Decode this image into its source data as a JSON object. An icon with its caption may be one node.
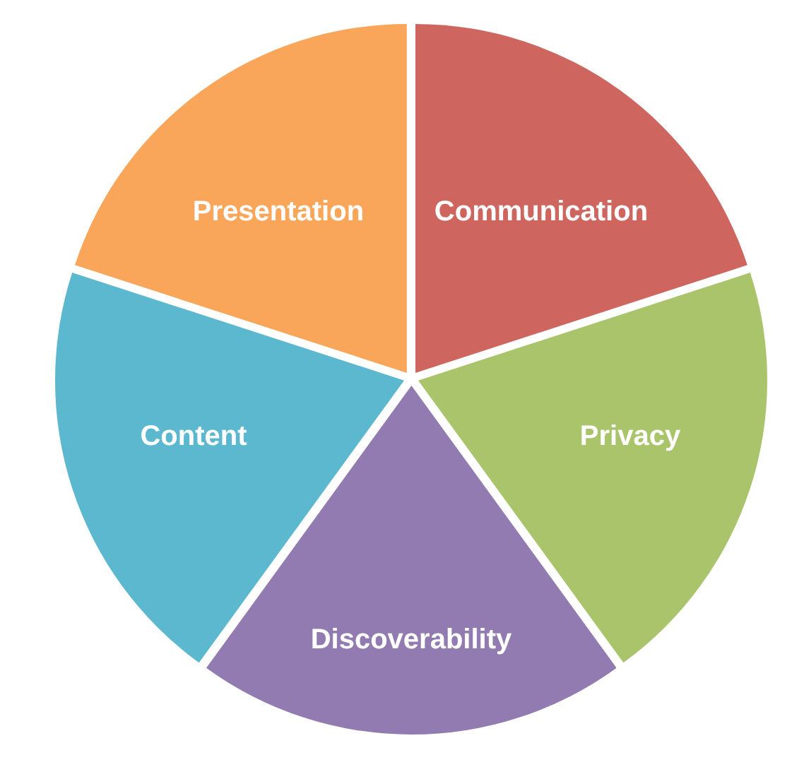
{
  "diagram": {
    "nodes": [
      {
        "text": [
          "Presentation"
        ]
      },
      {
        "text": [
          "Communication"
        ]
      },
      {
        "text": [
          "Content"
        ]
      },
      {
        "text": [
          "Privacy"
        ]
      },
      {
        "text": [
          "Discoverability"
        ]
      }
    ]
  }
}
